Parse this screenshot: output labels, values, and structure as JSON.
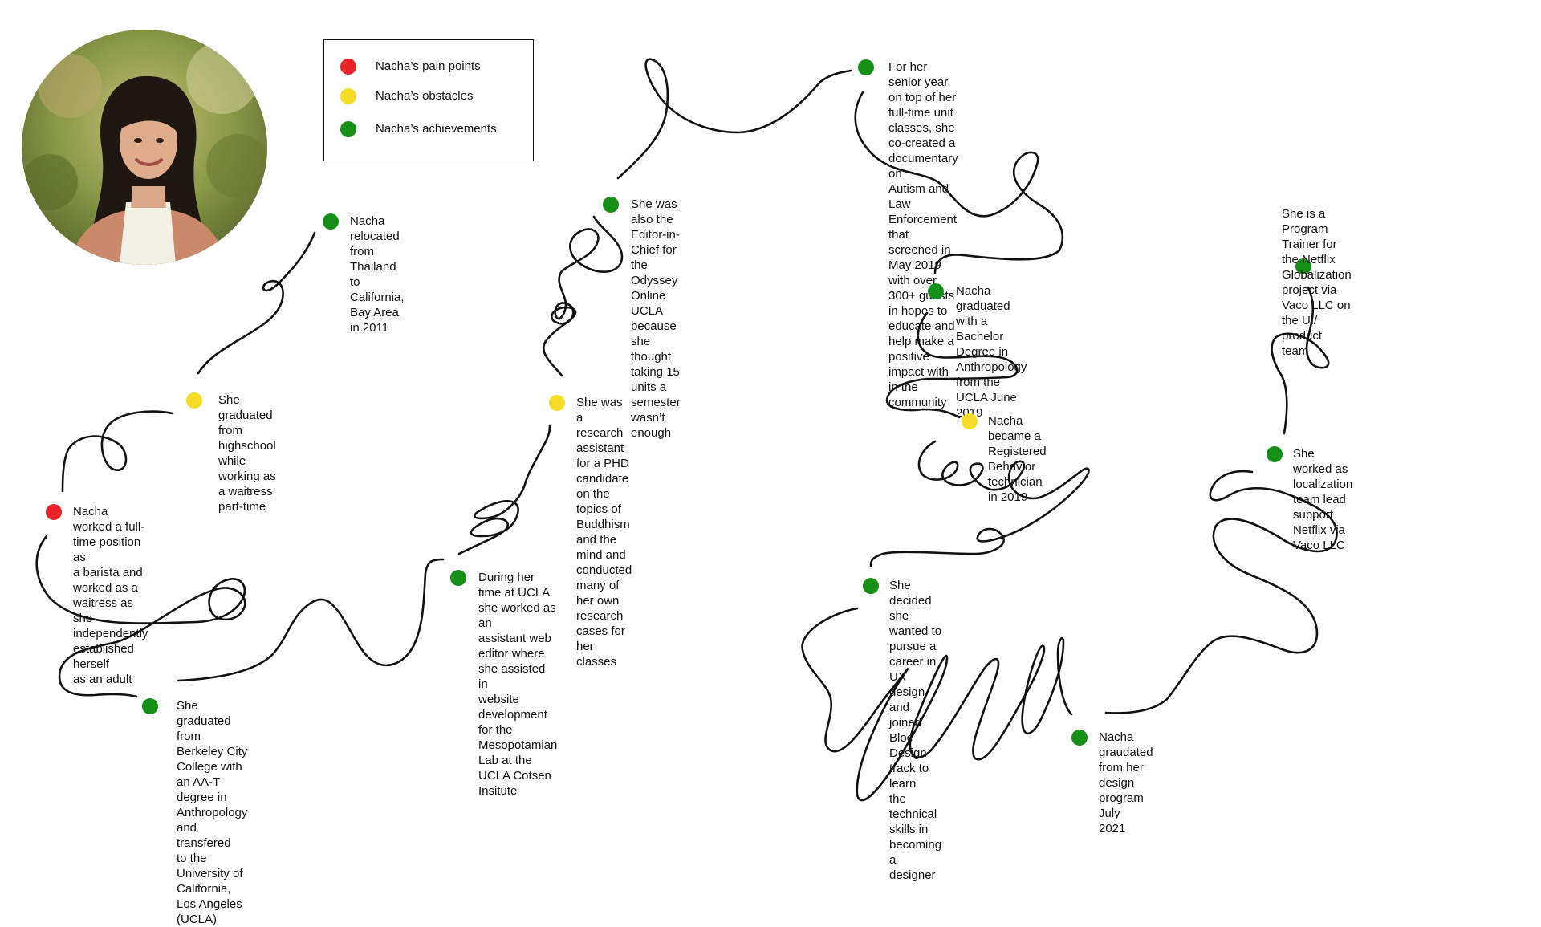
{
  "colors": {
    "pain_point": "#e8242a",
    "obstacle": "#f7dc27",
    "achievement": "#158f16",
    "line": "#111111"
  },
  "portrait": {
    "icon": "portrait-photo"
  },
  "legend": {
    "items": [
      {
        "kind": "pain_point",
        "label": "Nacha’s pain points"
      },
      {
        "kind": "obstacle",
        "label": "Nacha’s obstacles"
      },
      {
        "kind": "achievement",
        "label": "Nacha’s achievements"
      }
    ]
  },
  "events": [
    {
      "kind": "achievement",
      "text": "Nacha relocated from Thailand to\nCalifornia, Bay Area in 2011"
    },
    {
      "kind": "obstacle",
      "text": "She graduated from highschool while\nworking as a waitress part-time"
    },
    {
      "kind": "pain_point",
      "text": "Nacha worked a full-time position as\na barista and worked as a waitress as\nshe independently established herself\nas an adult"
    },
    {
      "kind": "achievement",
      "text": "She graduated from Berkeley City College with\nan AA-T degree in Anthropology and transfered\nto the University of California, Los Angeles\n(UCLA)"
    },
    {
      "kind": "achievement",
      "text": "During her time at UCLA she worked as an\nassistant web editor where she assisted in\nwebsite development for the Mesopotamian\nLab at the UCLA Cotsen Insitute"
    },
    {
      "kind": "obstacle",
      "text": "She was a research assistant for a PHD\ncandidate on the topics of Buddhism and the\nmind and conducted many of her own research\ncases for her classes"
    },
    {
      "kind": "achievement",
      "text": "She was also the Editor-in-Chief for the\nOdyssey Online UCLA because she thought\ntaking 15 units a semester wasn’t enough"
    },
    {
      "kind": "achievement",
      "text": "For her senior year, on top of her full-time unit\nclasses, she co-created a documentary on\nAutism and Law Enforcement that screened in\nMay 2019 with over 300+ guests in hopes to\neducate and help make a positive impact with\nin the community"
    },
    {
      "kind": "achievement",
      "text": "Nacha graduated with a Bachelor Degree in\nAnthropology from the UCLA June 2019"
    },
    {
      "kind": "obstacle",
      "text": "Nacha became a Registered Behavior\ntechnician in 2019"
    },
    {
      "kind": "achievement",
      "text": "She decided she wanted to pursue a career in\nUX design and joined Bloc Design track to learn\nthe technical skills in becoming a designer"
    },
    {
      "kind": "achievement",
      "text": "Nacha graudated from her design program July\n2021"
    },
    {
      "kind": "achievement",
      "text": "She worked as localization team lead\nsupport Netflix via Vaco LLC"
    },
    {
      "kind": "achievement",
      "text": "She is a Program Trainer for the Netflix\nGlobalization project via Vaco LLC on the UI/\nproduct team"
    }
  ]
}
